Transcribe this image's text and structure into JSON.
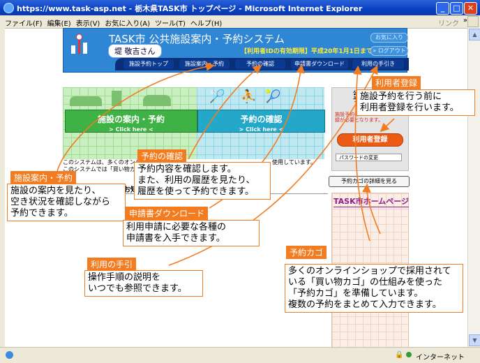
{
  "browser": {
    "title": "https://www.task-asp.net - 栃木県TASK市 トップページ - Microsoft Internet Explorer",
    "menus": [
      "ファイル(F)",
      "編集(E)",
      "表示(V)",
      "お気に入り(A)",
      "ツール(T)",
      "ヘルプ(H)"
    ],
    "links_label": "リンク",
    "chevron": "»",
    "status_lock": "🔒",
    "status_zone": "インターネット"
  },
  "header": {
    "system_name": "TASK市 公共施設案内・予約システム",
    "user_name": "堤 敬吉さん",
    "id_notice": "【利用者IDの有効期限】平成20年1月1日まで",
    "favorites": "お気に入り",
    "logout": "» ログアウト",
    "tabs": [
      "施設予約トップ",
      "施設案内・予約",
      "予約の確認",
      "申請書ダウンロード",
      "利用の手引き"
    ]
  },
  "main": {
    "facility_button": "施設の案内・予約",
    "facility_sub": "> Click here <",
    "confirm_button": "予約の確認",
    "confirm_sub": "> Click here <",
    "intro_line1": "このシステムは、多くのオンラ",
    "intro_line1b": "使用しています。",
    "intro_line2": "このシステムでは「買い物カゴ",
    "oshirase": "お知"
  },
  "right": {
    "box_title1": "公共",
    "box_title2": "予約シ",
    "box_red1": "施設予約の",
    "box_red2": "録が必要となります。",
    "register_button": "利用者登録",
    "password_change": "パスワードの変更",
    "cart_button": "予約カゴの詳細を見る",
    "homepage": "TASK市ホームページ"
  },
  "callouts": {
    "facility": {
      "tag": "施設案内・予約",
      "lines": [
        "施設の案内を見たり、",
        "空き状況を確認しながら",
        "予約できます。"
      ]
    },
    "confirm": {
      "tag": "予約の確認",
      "lines": [
        "予約内容を確認します。",
        "また、利用の履歴を見たり、",
        "履歴を使って予約できます。"
      ]
    },
    "download": {
      "tag": "申請書ダウンロード",
      "lines": [
        "利用申請に必要な各種の",
        "申請書を入手できます。"
      ]
    },
    "guide": {
      "tag": "利用の手引",
      "lines": [
        "操作手順の説明を",
        "いつでも参照できます。"
      ]
    },
    "cart": {
      "tag": "予約カゴ",
      "lines": [
        "多くのオンラインショップで採用されて",
        "いる「買い物カゴ」の仕組みを使った",
        "「予約カゴ」を準備しています。",
        "複数の予約をまとめて入力できます。"
      ]
    },
    "register": {
      "tag": "利用者登録",
      "lines": [
        "施設予約を行う前に",
        "利用者登録を行います。"
      ]
    }
  },
  "colors": {
    "accent": "#f47c20",
    "header": "#2e86d4",
    "nav": "#0b2f77"
  }
}
